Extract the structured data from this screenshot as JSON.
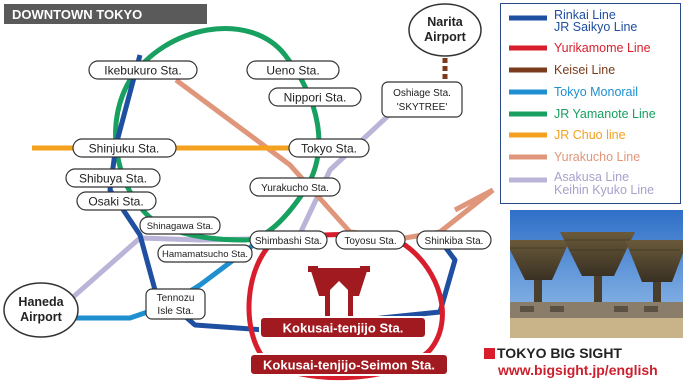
{
  "title": "DOWNTOWN TOKYO",
  "colors": {
    "rinkai": "#1f4fa0",
    "yurikamome": "#d81e2c",
    "keisei": "#7a3b1c",
    "monorail": "#1f8fd0",
    "yamanote": "#17a060",
    "chuo": "#f3a11e",
    "yurakucho": "#e0967a",
    "asakusa": "#b9b4d8",
    "venue": "#a01a1f"
  },
  "stations": {
    "ikebukuro": "Ikebukuro Sta.",
    "ueno": "Ueno Sta.",
    "nippori": "Nippori Sta.",
    "oshiage_1": "Oshiage Sta.",
    "oshiage_2": "'SKYTREE'",
    "shinjuku": "Shinjuku Sta.",
    "tokyo": "Tokyo Sta.",
    "shibuya": "Shibuya Sta.",
    "osaki": "Osaki Sta.",
    "yurakucho": "Yurakucho Sta.",
    "shinagawa": "Shinagawa Sta.",
    "hamamatsucho": "Hamamatsucho Sta.",
    "shimbashi": "Shimbashi Sta.",
    "toyosu": "Toyosu Sta.",
    "shinkiba": "Shinkiba Sta.",
    "tennozu_1": "Tennozu",
    "tennozu_2": "Isle Sta.",
    "kokusai_tenjijo": "Kokusai-tenjijo Sta.",
    "kokusai_seimon": "Kokusai-tenjijo-Seimon Sta."
  },
  "airports": {
    "narita_1": "Narita",
    "narita_2": "Airport",
    "haneda_1": "Haneda",
    "haneda_2": "Airport"
  },
  "legend": [
    {
      "label": "Rinkai Line",
      "label2": "JR Saikyo Line",
      "color": "#1f4fa0",
      "text_color": "#1f4fa0"
    },
    {
      "label": "Yurikamome Line",
      "color": "#d81e2c",
      "text_color": "#d81e2c"
    },
    {
      "label": "Keisei Line",
      "color": "#7a3b1c",
      "text_color": "#7a3b1c"
    },
    {
      "label": "Tokyo Monorail",
      "color": "#1f8fd0",
      "text_color": "#1f8fd0"
    },
    {
      "label": "JR Yamanote Line",
      "color": "#17a060",
      "text_color": "#17a060"
    },
    {
      "label": "JR Chuo line",
      "color": "#f3a11e",
      "text_color": "#f3a11e"
    },
    {
      "label": "Yurakucho Line",
      "color": "#e0967a",
      "text_color": "#e0967a"
    },
    {
      "label": "Asakusa Line",
      "label2": "Keihin Kyuko Line",
      "color": "#b9b4d8",
      "text_color": "#a7a2cc"
    }
  ],
  "photo": {
    "caption": "TOKYO BIG SIGHT",
    "url": "www.bigsight.jp/english"
  }
}
